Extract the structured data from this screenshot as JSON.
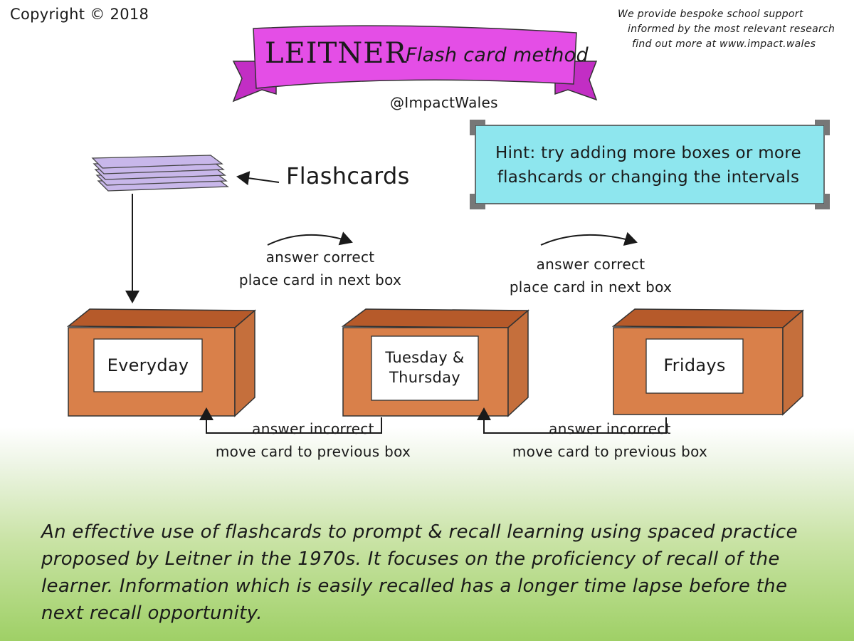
{
  "copyright": "Copyright © 2018",
  "promo": {
    "line1": "We provide bespoke school support",
    "line2": "informed by the most relevant research",
    "line3": "find out more at www.impact.wales"
  },
  "title": {
    "main": "LEITNER",
    "sub": "Flash card method"
  },
  "handle": "@ImpactWales",
  "flashcards_label": "Flashcards",
  "hint": {
    "line1": "Hint: try adding more boxes or more",
    "line2": "flashcards or changing the intervals"
  },
  "boxes": [
    {
      "label": "Everyday"
    },
    {
      "label_line1": "Tuesday &",
      "label_line2": "Thursday"
    },
    {
      "label": "Fridays"
    }
  ],
  "correct_steps": [
    {
      "line1": "answer correct",
      "line2": "place card in next box"
    },
    {
      "line1": "answer correct",
      "line2": "place card in next box"
    }
  ],
  "incorrect_steps": [
    {
      "line1": "answer incorrect",
      "line2": "move card to previous box"
    },
    {
      "line1": "answer incorrect",
      "line2": "move card to previous box"
    }
  ],
  "description": "An effective use of flashcards to prompt & recall learning using spaced practice proposed by Leitner in the 1970s. It focuses on the proficiency of recall of the learner. Information which is easily recalled has a longer time lapse before the next recall opportunity.",
  "colors": {
    "banner": "#e44ee6",
    "banner_dark": "#c22ec4",
    "hint_bg": "#8ee6ee",
    "box_front": "#d9804a",
    "box_top": "#e59a66",
    "box_inside": "#b65a2a",
    "cards": "#c8b7ea",
    "grass": "#9fd066"
  }
}
